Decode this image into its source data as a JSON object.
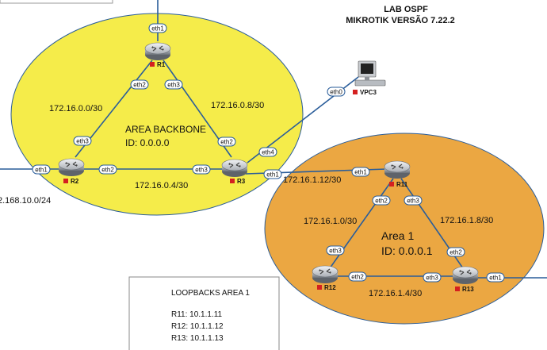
{
  "title": {
    "line1": "LAB OSPF",
    "line2": "MIKROTIK VERSÃO 7.22.2"
  },
  "areas": {
    "backbone": {
      "name": "AREA BACKBONE",
      "id": "ID: 0.0.0.0",
      "color": "#f5ec4a"
    },
    "area1": {
      "name": "Area 1",
      "id": "ID: 0.0.0.1",
      "color": "#eba742"
    }
  },
  "routers": {
    "r1": "R1",
    "r2": "R2",
    "r3": "R3",
    "r11": "R11",
    "r12": "R12",
    "r13": "R13"
  },
  "hosts": {
    "vpc3": "VPC3"
  },
  "networks": {
    "r1_r2": "172.16.0.0/30",
    "r1_r3": "172.16.0.8/30",
    "r2_r3": "172.16.0.4/30",
    "r3_r11": "172.16.1.12/30",
    "r11_r12": "172.16.1.0/30",
    "r11_r13": "172.16.1.8/30",
    "r12_r13": "172.16.1.4/30",
    "r2_external": "2.168.10.0/24"
  },
  "interfaces": {
    "r1_top": "eth1",
    "r1_left": "eth2",
    "r1_right": "eth3",
    "r2_top": "eth3",
    "r2_left": "eth1",
    "r2_right": "eth2",
    "r3_top": "eth2",
    "r3_upright": "eth4",
    "r3_left": "eth3",
    "r3_right": "eth1",
    "vpc3": "eth0",
    "r11_left": "eth1",
    "r11_downleft": "eth2",
    "r11_downright": "eth3",
    "r12_top": "eth3",
    "r12_right": "eth2",
    "r13_top": "eth2",
    "r13_left": "eth3",
    "r13_right": "eth1"
  },
  "loopbacks": {
    "heading": "LOOPBACKS AREA 1",
    "lines": [
      "R11: 10.1.1.11",
      "R12: 10.1.1.12",
      "R13: 10.1.1.13"
    ]
  },
  "colors": {
    "link": "#2a5d9a",
    "router_body": "#8a8f96",
    "router_marker": "#d42020"
  }
}
